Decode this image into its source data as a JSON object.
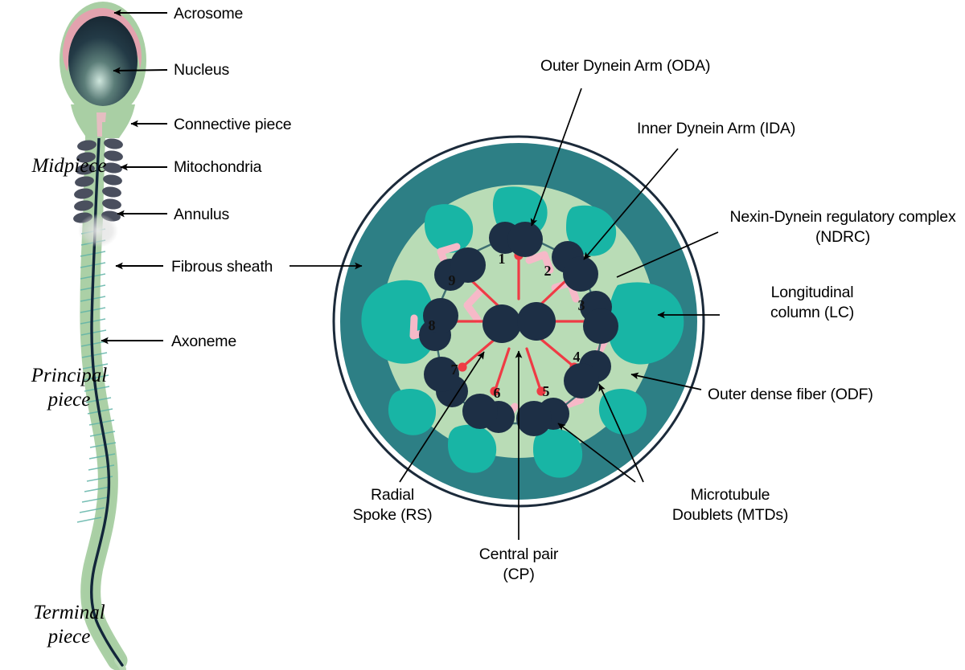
{
  "figure": {
    "kind": "scientific-diagram",
    "subject": "Mammalian spermatozoon structure and sperm flagellum axoneme cross-section"
  },
  "colors": {
    "plasma_membrane_outline": "#1b2a3a",
    "fibrous_sheath_ring": "#2d7f85",
    "axoneme_matrix": "#b9dcb6",
    "odf_teal": "#18b5a5",
    "doublet_navy": "#1d2f45",
    "radial_spoke_red": "#ef3b45",
    "ndrc_pink": "#f6b9c8",
    "acrosome_pink": "#e3a2ae",
    "cytoplasm_green": "#a9cfa4",
    "mitochondria_gray": "#4a4f5e",
    "axoneme_line": "#12263a",
    "label_text": "#000000"
  },
  "sperm_cell": {
    "region_labels": [
      {
        "id": "midpiece",
        "text": "Midpiece"
      },
      {
        "id": "principal-piece",
        "text": "Principal\npiece"
      },
      {
        "id": "terminal-piece",
        "text": "Terminal\npiece"
      }
    ],
    "callouts": [
      {
        "id": "acrosome",
        "text": "Acrosome"
      },
      {
        "id": "nucleus",
        "text": "Nucleus"
      },
      {
        "id": "connective-piece",
        "text": "Connective piece"
      },
      {
        "id": "mitochondria",
        "text": "Mitochondria"
      },
      {
        "id": "annulus",
        "text": "Annulus"
      },
      {
        "id": "fibrous-sheath",
        "text": "Fibrous sheath"
      },
      {
        "id": "axoneme",
        "text": "Axoneme"
      }
    ],
    "mitochondria_rows": 9
  },
  "cross_section": {
    "doublet_numbers": [
      "1",
      "2",
      "3",
      "4",
      "5",
      "6",
      "7",
      "8",
      "9"
    ],
    "doublet_count": 9,
    "central_pair_count": 2,
    "radial_spoke_count": 9,
    "callouts": [
      {
        "id": "outer-dynein-arm",
        "text": "Outer Dynein Arm (ODA)"
      },
      {
        "id": "inner-dynein-arm",
        "text": "Inner Dynein Arm (IDA)"
      },
      {
        "id": "ndrc",
        "text": "Nexin-Dynein regulatory complex\n(NDRC)"
      },
      {
        "id": "longitudinal-column",
        "text": "Longitudinal\ncolumn (LC)"
      },
      {
        "id": "outer-dense-fiber",
        "text": "Outer dense fiber (ODF)"
      },
      {
        "id": "microtubule-doublets",
        "text": "Microtubule\nDoublets (MTDs)"
      },
      {
        "id": "central-pair",
        "text": "Central pair\n(CP)"
      },
      {
        "id": "radial-spoke",
        "text": "Radial\nSpoke (RS)"
      }
    ]
  }
}
